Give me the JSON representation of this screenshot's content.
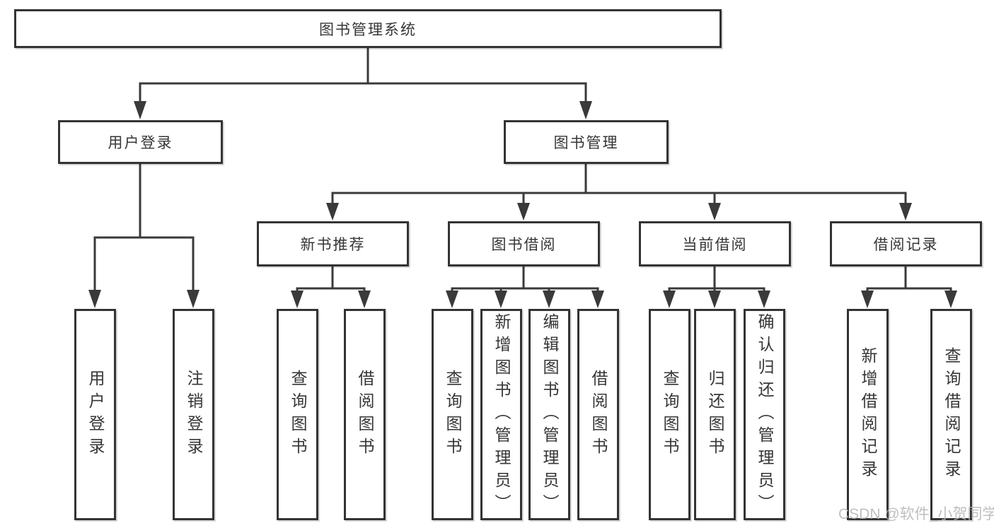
{
  "tree": {
    "root": {
      "label": "图书管理系统"
    },
    "branches": [
      {
        "label": "用户登录",
        "children": [
          {
            "label": "用户登录"
          },
          {
            "label": "注销登录"
          }
        ]
      },
      {
        "label": "图书管理",
        "children": [
          {
            "label": "新书推荐",
            "children": [
              {
                "label": "查询图书"
              },
              {
                "label": "借阅图书"
              }
            ]
          },
          {
            "label": "图书借阅",
            "children": [
              {
                "label": "查询图书"
              },
              {
                "label": "新增图书（管理员）"
              },
              {
                "label": "编辑图书（管理员）"
              },
              {
                "label": "借阅图书"
              }
            ]
          },
          {
            "label": "当前借阅",
            "children": [
              {
                "label": "查询图书"
              },
              {
                "label": "归还图书"
              },
              {
                "label": "确认归还（管理员）"
              }
            ]
          },
          {
            "label": "借阅记录",
            "children": [
              {
                "label": "新增借阅记录"
              },
              {
                "label": "查询借阅记录"
              }
            ]
          }
        ]
      }
    ]
  },
  "watermark": {
    "text": "CSDN @软件_小贺同学"
  },
  "colors": {
    "line": "#3a3a3a",
    "box_border": "#333333",
    "text": "#363636",
    "watermark": "#b5b5b5",
    "background": "#ffffff"
  }
}
